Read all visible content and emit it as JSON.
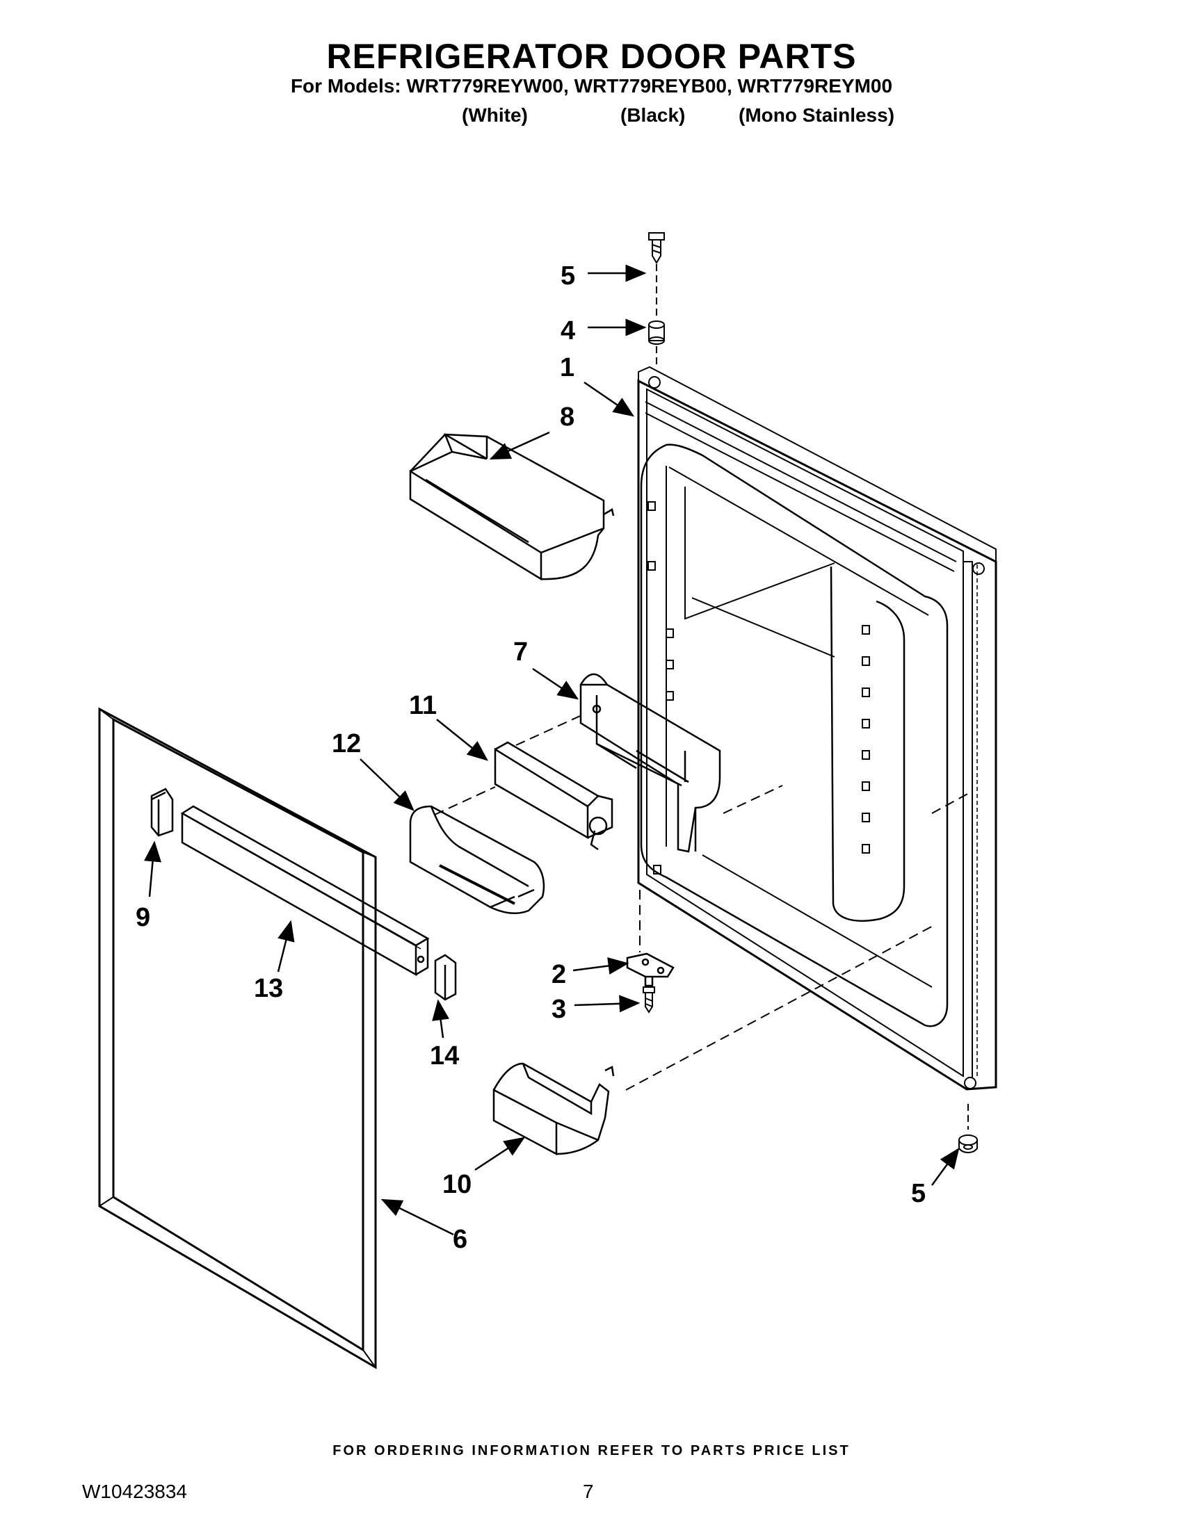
{
  "header": {
    "title": "REFRIGERATOR DOOR PARTS",
    "models_line": "For Models: WRT779REYW00, WRT779REYB00, WRT779REYM00",
    "variants": [
      "(White)",
      "(Black)",
      "(Mono Stainless)"
    ]
  },
  "callouts": [
    "1",
    "2",
    "3",
    "4",
    "5",
    "5",
    "6",
    "7",
    "8",
    "9",
    "10",
    "11",
    "12",
    "13",
    "14"
  ],
  "footer": {
    "ordering_note": "FOR ORDERING INFORMATION REFER TO PARTS PRICE LIST",
    "doc_number": "W10423834",
    "page_number": "7"
  }
}
